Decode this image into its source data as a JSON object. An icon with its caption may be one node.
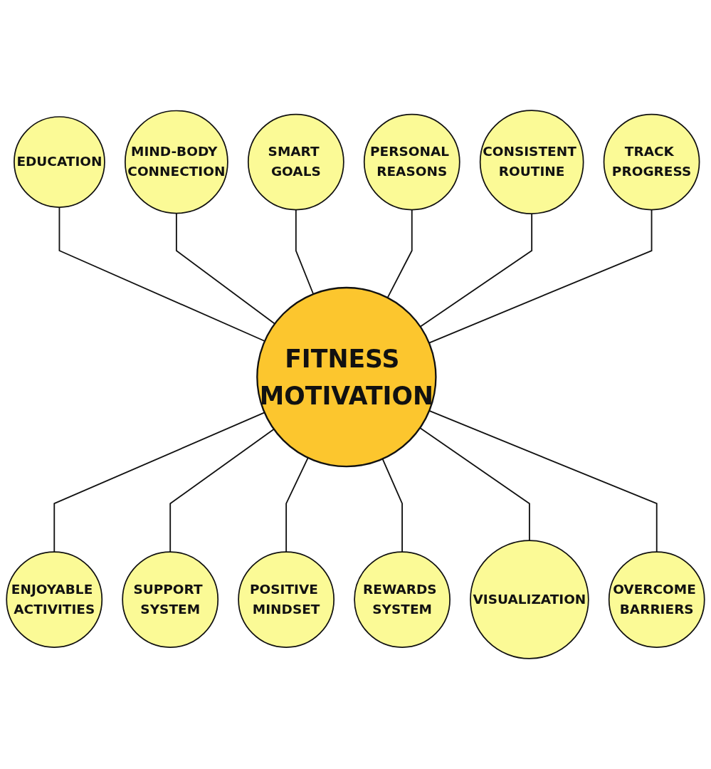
{
  "diagram": {
    "nodes": [
      {
        "text": [
          "FITNESS MOTIVATION"
        ]
      },
      {
        "text": [
          "PERSONAL REASONS"
        ]
      },
      {
        "text": [
          "CONSISTENT ROUTINE"
        ]
      },
      {
        "text": [
          "TRACK PROGRESS"
        ]
      },
      {
        "text": [
          "ENJOYABLE ACTIVITIES"
        ]
      },
      {
        "text": [
          "SUPPORT SYSTEM"
        ]
      },
      {
        "text": [
          "POSITIVE MINDSET"
        ]
      },
      {
        "text": [
          "REWARDS SYSTEM"
        ]
      },
      {
        "text": [
          "VISUALIZATION"
        ]
      },
      {
        "text": [
          "OVERCOME BARRIERS"
        ]
      },
      {
        "text": [
          "EDUCATION"
        ]
      },
      {
        "text": [
          "MIND-BODY CONNECTION"
        ]
      },
      {
        "text": [
          "SMART GOALS"
        ]
      }
    ],
    "edges": [
      {
        "from": 10,
        "to": 0,
        "arrow": "none"
      },
      {
        "from": 11,
        "to": 0,
        "arrow": "none"
      },
      {
        "from": 12,
        "to": 0,
        "arrow": "none"
      },
      {
        "from": 1,
        "to": 0,
        "arrow": "none"
      },
      {
        "from": 2,
        "to": 0,
        "arrow": "none"
      },
      {
        "from": 3,
        "to": 0,
        "arrow": "none"
      },
      {
        "from": 0,
        "to": 4,
        "arrow": "none"
      },
      {
        "from": 0,
        "to": 5,
        "arrow": "none"
      },
      {
        "from": 0,
        "to": 6,
        "arrow": "none"
      },
      {
        "from": 0,
        "to": 7,
        "arrow": "none"
      },
      {
        "from": 0,
        "to": 8,
        "arrow": "none"
      },
      {
        "from": 0,
        "to": 9,
        "arrow": "none"
      }
    ]
  }
}
